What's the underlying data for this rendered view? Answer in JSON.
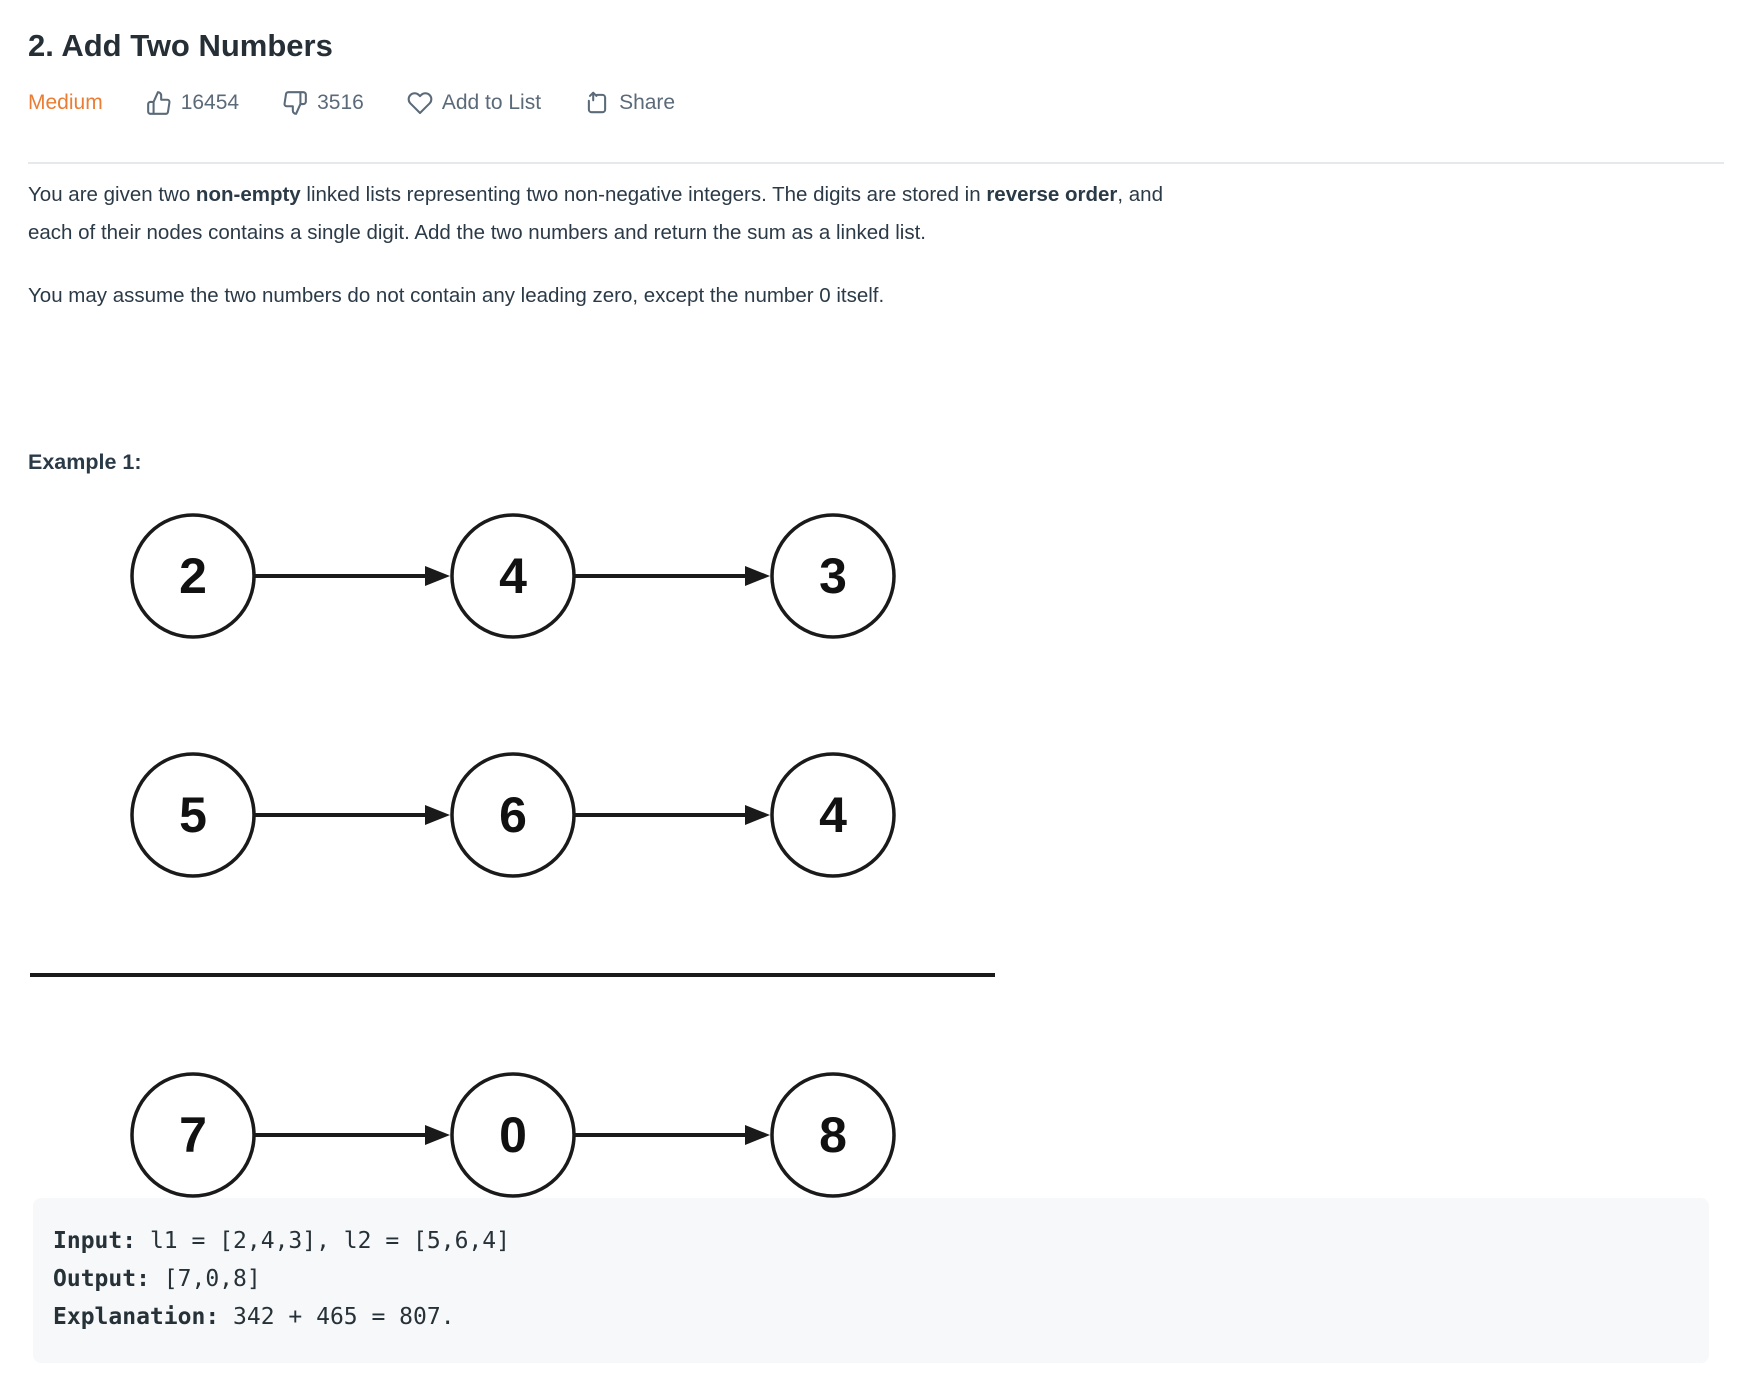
{
  "header": {
    "title": "2. Add Two Numbers",
    "difficulty": "Medium",
    "likes": "16454",
    "dislikes": "3516",
    "add_to_list_label": "Add to List",
    "share_label": "Share"
  },
  "description": {
    "line1_a": "You are given two ",
    "line1_b": "non-empty",
    "line1_c": " linked lists representing two non-negative integers. The digits are stored in ",
    "line1_d": "reverse order",
    "line1_e": ", and",
    "line2": "each of their nodes contains a single digit. Add the two numbers and return the sum as a linked list.",
    "p2": "You may assume the two numbers do not contain any leading zero, except the number 0 itself."
  },
  "example": {
    "heading": "Example 1:",
    "input_label": "Input:",
    "input_value": " l1 = [2,4,3], l2 = [5,6,4]",
    "output_label": "Output:",
    "output_value": " [7,0,8]",
    "explanation_label": "Explanation:",
    "explanation_value": " 342 + 465 = 807."
  },
  "diagram": {
    "type": "linked-lists",
    "lists": [
      [
        "2",
        "4",
        "3"
      ],
      [
        "5",
        "6",
        "4"
      ],
      [
        "7",
        "0",
        "8"
      ]
    ],
    "sum_line": true
  },
  "colors": {
    "difficulty_medium": "#ea7d33",
    "meta_gray": "#5b6a79",
    "text_dark": "#2b3a47",
    "code_background": "#f7f8fa",
    "diagram_stroke": "#1a1a1a"
  }
}
